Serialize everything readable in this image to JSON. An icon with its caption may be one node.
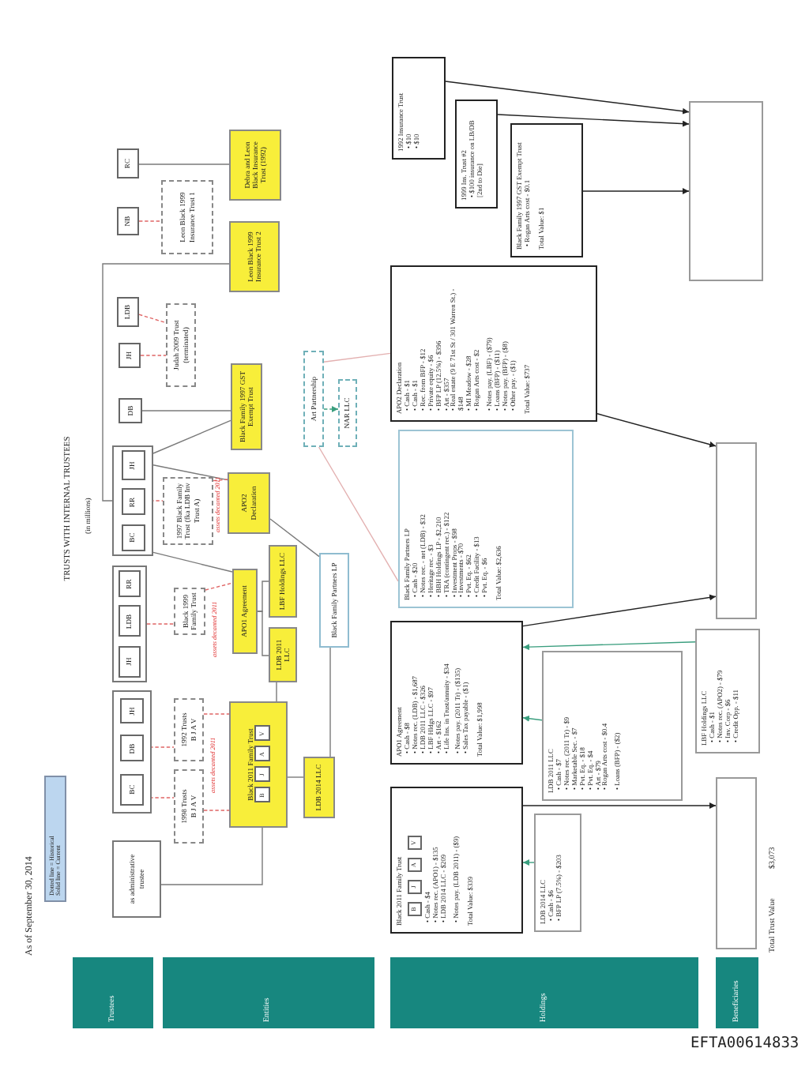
{
  "diagram": {
    "title": "TRUSTS WITH INTERNAL TRUSTEES",
    "nodes": [
      {
        "text": [
          "Dotted line = Historical",
          "Solid line = Current"
        ]
      },
      {
        "text": [
          "Trustees"
        ]
      },
      {
        "text": [
          "as administrative trustee"
        ]
      },
      {
        "text": [],
        "shape": "box"
      },
      {
        "text": [
          "BC"
        ],
        "in": 3
      },
      {
        "text": [
          "DB"
        ],
        "in": 3
      },
      {
        "text": [
          "JH"
        ],
        "in": 3
      },
      {
        "text": [],
        "shape": "box"
      },
      {
        "text": [
          "JH"
        ],
        "in": 7
      },
      {
        "text": [
          "LDB"
        ],
        "in": 7
      },
      {
        "text": [
          "RR"
        ],
        "in": 7
      },
      {
        "text": [],
        "shape": "box"
      },
      {
        "text": [
          "BC"
        ],
        "in": 11
      },
      {
        "text": [
          "RR"
        ],
        "in": 11
      },
      {
        "text": [
          "JH"
        ],
        "in": 11
      },
      {
        "text": [
          "DB"
        ]
      },
      {
        "text": [
          "JH"
        ]
      },
      {
        "text": [
          "LDB"
        ]
      },
      {
        "text": [
          "NB"
        ]
      },
      {
        "text": [
          "RC"
        ]
      },
      {
        "text": [
          "Entities"
        ]
      },
      {
        "text": [
          "1998 Trusts",
          "B J A V"
        ]
      },
      {
        "text": [
          "Black 2011 Family Trust"
        ]
      },
      {
        "text": [
          "B"
        ],
        "in": 22
      },
      {
        "text": [
          "J"
        ],
        "in": 22
      },
      {
        "text": [
          "A"
        ],
        "in": 22
      },
      {
        "text": [
          "V"
        ],
        "in": 22
      },
      {
        "text": [
          "LDB 2014 LLC"
        ]
      },
      {
        "text": [
          "1992 Trusts",
          "B J A V"
        ]
      },
      {
        "text": [
          "LDB 2011 LLC"
        ]
      },
      {
        "text": [
          "Black 1999 Family Trust"
        ]
      },
      {
        "text": [
          "APO1 Agreement"
        ]
      },
      {
        "text": [
          "Black Family Partners LP"
        ]
      },
      {
        "text": [
          "LBF Holdings LLC"
        ]
      },
      {
        "text": [
          "1997 Black Family Trust (fka LDB Inv Trust A)"
        ]
      },
      {
        "text": [
          "APO2 Declaration"
        ]
      },
      {
        "text": [
          "Black Family 1997 GST Exempt Trust"
        ]
      },
      {
        "text": [
          "Art Partnership"
        ]
      },
      {
        "text": [
          "NAR LLC"
        ]
      },
      {
        "text": [
          "Judah 2009 Trust (terminated)"
        ]
      },
      {
        "text": [
          "Leon Black 1999 Insurance Trust 2"
        ]
      },
      {
        "text": [
          "Leon Black 1999 Insurance Trust 1"
        ]
      },
      {
        "text": [
          "Debra and Leon Black Insurance Trust (1992)"
        ]
      },
      {
        "text": [
          "Holdings"
        ]
      },
      {
        "text": [
          "Black 2011 Family Trust",
          "• Cash - $4",
          "• Notes rec. (APO1) - $135",
          "• LDB 2014 LLC - $209",
          "• Notes pay. (LDB 2011) - ($9)",
          "Total Value: $339"
        ]
      },
      {
        "text": [
          "B"
        ],
        "in": 44
      },
      {
        "text": [
          "J"
        ],
        "in": 44
      },
      {
        "text": [
          "A"
        ],
        "in": 44
      },
      {
        "text": [
          "V"
        ],
        "in": 44
      },
      {
        "text": [
          "LDB 2014 LLC",
          "• Cash - $6",
          "• BFP LP (7.5%) - $203"
        ]
      },
      {
        "text": [
          "APO1 Agreement",
          "• Cash - $8",
          "• Notes rec. (LDB) - $1,687",
          "• LDB 2011 LLC - $326",
          "• LBF Hldgs LLC - $97",
          "• Art - $162",
          "• Life Ins. in Trust/annuity - $34",
          "• Notes pay. (2011 Tr) - ($135)",
          "• Sales Tax payable - ($1)",
          "Total Value: $1,998"
        ]
      },
      {
        "text": [
          "LDB 2011 LLC",
          "• Cash - $7",
          "• Notes rec. (2011 Tr) - $9",
          "• Marketable Sec. - $7",
          "• Pvt. Eq. - $18",
          "• Pvt. Eq. - $4",
          "• Art - $79",
          "• Rogan Arts cost - $0.4",
          "• Loans (BFP) - ($2)"
        ]
      },
      {
        "text": [
          "LBF Holdings LLC",
          "• Cash - $1",
          "• Notes rec. (APO2) - $79",
          "• Inv. Corp - $6",
          "• Credit Opp. - $11"
        ]
      },
      {
        "text": [
          "Black Family Partners LP",
          "• Cash - $20",
          "• Notes rec. - net (LDB) - $32",
          "• Heritage rec. - $3",
          "• BBH Holdings LP - $2,210",
          "• TRA (contingent rec.) - $122",
          "• Investment Props - $98",
          "• Investments - $70",
          "• Pvt. Eq. - $62",
          "• Credit Facility - $13",
          "• Pvt. Eq. - $6",
          "Total Value: $2,636"
        ]
      },
      {
        "text": [
          "APO2 Declaration",
          "• Cash - $1",
          "• Cash - $1",
          "• Rec. from BFP - $12",
          "• Private equity - $6",
          "• BFP LP (12.5%) - $396",
          "• Art - $357",
          "• Real estate (9 E 71st St / 301 Warren St.) - $148",
          "• MI Meadow - $28",
          "• Rogan Arts cost - $2",
          "• Notes pay. (LBF) - ($79)",
          "• Loans (BFP) - ($11)",
          "• Notes pay. (BFP) - ($8)",
          "• Other pay. - ($1)",
          "Total Value: $737"
        ]
      },
      {
        "text": [
          "Black Family 1997 GST Exempt Trust",
          "• Rogan Arts cost - $0.1",
          "Total Value: $1"
        ]
      },
      {
        "text": [
          "1999 Ins. Trust #2",
          "• $100 insurance on LB/DB [2nd to Die]"
        ]
      },
      {
        "text": [
          "1992 Insurance Trust",
          "• $10",
          "• $10"
        ]
      },
      {
        "text": [
          "Beneficiaries"
        ]
      },
      {
        "text": [],
        "shape": "box"
      },
      {
        "text": [],
        "shape": "box"
      },
      {
        "text": [],
        "shape": "box"
      }
    ],
    "edges": [
      {
        "from": 2,
        "to": 22,
        "arrow": "none"
      },
      {
        "from": 22,
        "to": 27,
        "arrow": "none"
      },
      {
        "from": 29,
        "to": 22,
        "arrow": "none"
      },
      {
        "from": 31,
        "to": 29,
        "arrow": "none"
      },
      {
        "from": 31,
        "to": 33,
        "arrow": "none"
      },
      {
        "from": 11,
        "to": 31,
        "arrow": "none"
      },
      {
        "from": 11,
        "to": 35,
        "arrow": "none"
      },
      {
        "from": 11,
        "to": 36,
        "arrow": "none"
      },
      {
        "from": 15,
        "to": 36,
        "arrow": "none"
      },
      {
        "from": 11,
        "to": 40,
        "arrow": "none"
      },
      {
        "from": 19,
        "to": 42,
        "arrow": "none"
      },
      {
        "from": 35,
        "to": 32,
        "arrow": "none"
      },
      {
        "from": 32,
        "to": 27,
        "arrow": "none"
      },
      {
        "from": 4,
        "to": 21,
        "arrow": "none",
        "style": "dashed",
        "color": "#e06666"
      },
      {
        "from": 5,
        "to": 28,
        "arrow": "none",
        "style": "dashed",
        "color": "#e06666"
      },
      {
        "from": 21,
        "to": 22,
        "arrow": "none",
        "style": "dashed",
        "color": "#e06666"
      },
      {
        "from": 28,
        "to": 22,
        "arrow": "none",
        "style": "dashed",
        "color": "#e06666"
      },
      {
        "from": 7,
        "to": 30,
        "arrow": "none",
        "style": "dashed",
        "color": "#e06666"
      },
      {
        "from": 30,
        "to": 31,
        "arrow": "none",
        "style": "dashed",
        "color": "#e06666"
      },
      {
        "from": 13,
        "to": 34,
        "arrow": "none",
        "style": "dashed",
        "color": "#e06666"
      },
      {
        "from": 34,
        "to": 35,
        "arrow": "none",
        "style": "dashed",
        "color": "#e06666"
      },
      {
        "from": 17,
        "to": 39,
        "arrow": "none",
        "style": "dashed",
        "color": "#e06666"
      },
      {
        "from": 16,
        "to": 39,
        "arrow": "none",
        "style": "dashed",
        "color": "#e06666"
      },
      {
        "from": 18,
        "to": 41,
        "arrow": "none",
        "style": "dashed",
        "color": "#e06666"
      },
      {
        "from": 37,
        "to": 38,
        "arrow": "to",
        "style": "dashed",
        "color": "#3a9e7e"
      },
      {
        "from": 37,
        "to": 54,
        "arrow": "none",
        "color": "#e3b0b0"
      },
      {
        "from": 37,
        "to": 53,
        "arrow": "none",
        "color": "#e3b0b0"
      },
      {
        "from": 44,
        "to": 61,
        "arrow": "to",
        "color": "#222222"
      },
      {
        "from": 50,
        "to": 60,
        "arrow": "to",
        "color": "#222222"
      },
      {
        "from": 54,
        "to": 60,
        "arrow": "to",
        "color": "#222222"
      },
      {
        "from": 57,
        "to": 59,
        "arrow": "to",
        "color": "#222222"
      },
      {
        "from": 56,
        "to": 59,
        "arrow": "to",
        "color": "#222222"
      },
      {
        "from": 55,
        "to": 59,
        "arrow": "to",
        "color": "#222222"
      },
      {
        "from": 52,
        "to": 50,
        "arrow": "to",
        "color": "#3a9e7e"
      },
      {
        "from": 51,
        "to": 50,
        "arrow": "to",
        "color": "#3a9e7e"
      },
      {
        "from": 49,
        "to": 44,
        "arrow": "to",
        "color": "#3a9e7e"
      }
    ],
    "labels": [
      "As of September 30, 2014",
      "(in millions)",
      "assets decanted 2011",
      "assets decanted 2011",
      "assets decanted 2011",
      "Total Trust Value",
      "$3,073",
      "EFTA00614833"
    ]
  }
}
